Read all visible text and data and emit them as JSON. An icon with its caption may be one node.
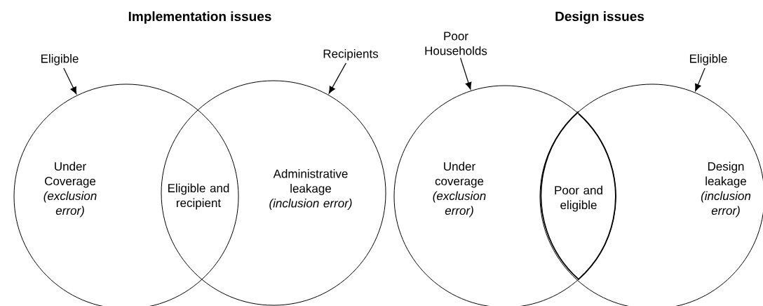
{
  "diagram": {
    "nodes": [
      {
        "text": [],
        "shape": "circle"
      },
      {
        "text": [],
        "shape": "circle"
      },
      {
        "text": [
          "Eligible"
        ]
      },
      {
        "text": [
          "Recipients"
        ]
      },
      {
        "text": [
          "Under Coverage *(exclusion error)*"
        ],
        "in": 0
      },
      {
        "text": [
          "Eligible and recipient"
        ]
      },
      {
        "text": [
          "Administrative leakage *(inclusion error)*"
        ],
        "in": 1
      },
      {
        "text": [],
        "shape": "circle"
      },
      {
        "text": [],
        "shape": "circle"
      },
      {
        "text": [
          "Poor Households"
        ]
      },
      {
        "text": [
          "Eligible"
        ]
      },
      {
        "text": [
          "Under coverage *(exclusion error)*"
        ],
        "in": 7
      },
      {
        "text": [
          "Poor and eligible"
        ]
      },
      {
        "text": [
          "Design leakage *(inclusion error)*"
        ],
        "in": 8
      }
    ],
    "edges": [
      {
        "from": 2,
        "to": 0,
        "arrow": "to"
      },
      {
        "from": 3,
        "to": 1,
        "arrow": "to"
      },
      {
        "from": 9,
        "to": 7,
        "arrow": "to"
      },
      {
        "from": 10,
        "to": 8,
        "arrow": "to"
      }
    ],
    "labels": [
      "Implementation issues",
      "Design issues"
    ]
  }
}
